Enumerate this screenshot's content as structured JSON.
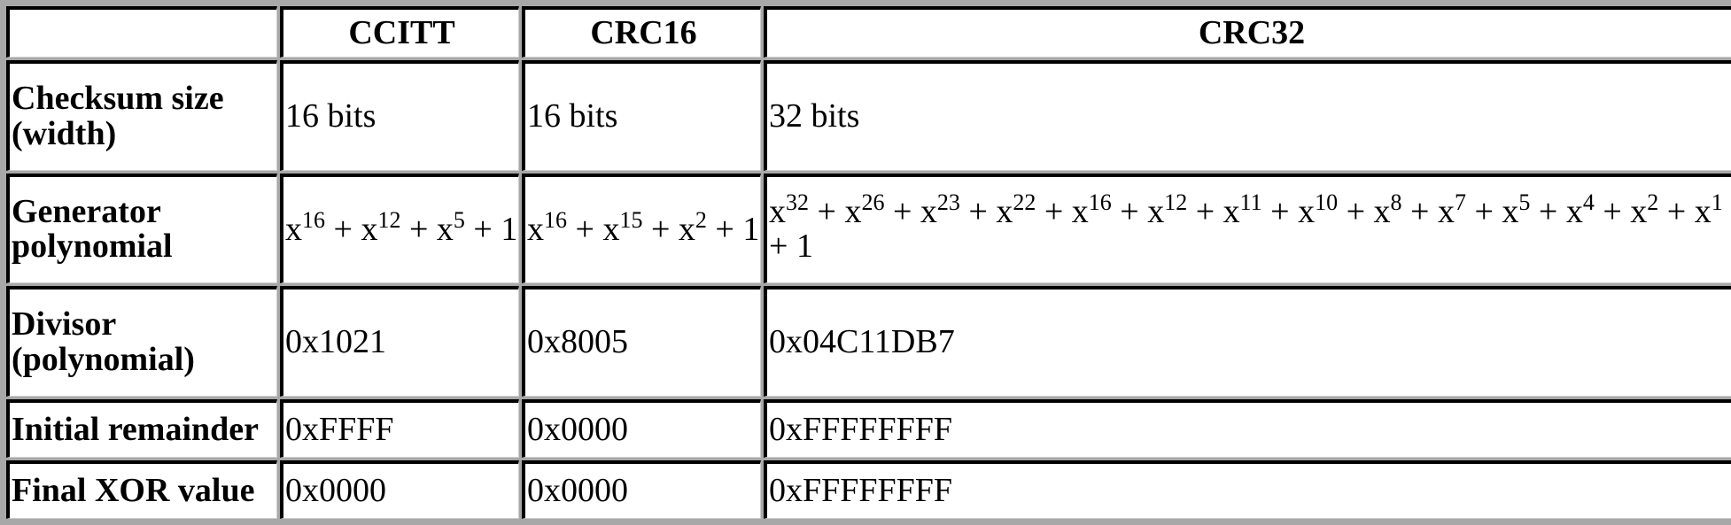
{
  "columns": [
    "",
    "CCITT",
    "CRC16",
    "CRC32"
  ],
  "rows": [
    {
      "label": "Checksum size (width)",
      "values": [
        "16 bits",
        "16 bits",
        "32 bits"
      ]
    },
    {
      "label": "Generator polynomial",
      "polynomials": [
        {
          "terms": [
            {
              "base": "x",
              "exp": "16"
            },
            {
              "base": "x",
              "exp": "12"
            },
            {
              "base": "x",
              "exp": "5"
            },
            {
              "base": "1",
              "exp": ""
            }
          ]
        },
        {
          "terms": [
            {
              "base": "x",
              "exp": "16"
            },
            {
              "base": "x",
              "exp": "15"
            },
            {
              "base": "x",
              "exp": "2"
            },
            {
              "base": "1",
              "exp": ""
            }
          ]
        },
        {
          "terms": [
            {
              "base": "x",
              "exp": "32"
            },
            {
              "base": "x",
              "exp": "26"
            },
            {
              "base": "x",
              "exp": "23"
            },
            {
              "base": "x",
              "exp": "22"
            },
            {
              "base": "x",
              "exp": "16"
            },
            {
              "base": "x",
              "exp": "12"
            },
            {
              "base": "x",
              "exp": "11"
            },
            {
              "base": "x",
              "exp": "10"
            },
            {
              "base": "x",
              "exp": "8"
            },
            {
              "base": "x",
              "exp": "7"
            },
            {
              "base": "x",
              "exp": "5"
            },
            {
              "base": "x",
              "exp": "4"
            },
            {
              "base": "x",
              "exp": "2"
            },
            {
              "base": "x",
              "exp": "1"
            },
            {
              "base": "1",
              "exp": ""
            }
          ]
        }
      ]
    },
    {
      "label": "Divisor (polynomial)",
      "values": [
        "0x1021",
        "0x8005",
        "0x04C11DB7"
      ]
    },
    {
      "label": "Initial remainder",
      "values": [
        "0xFFFF",
        "0x0000",
        "0xFFFFFFFF"
      ]
    },
    {
      "label": "Final XOR value",
      "values": [
        "0x0000",
        "0x0000",
        "0xFFFFFFFF"
      ]
    }
  ]
}
